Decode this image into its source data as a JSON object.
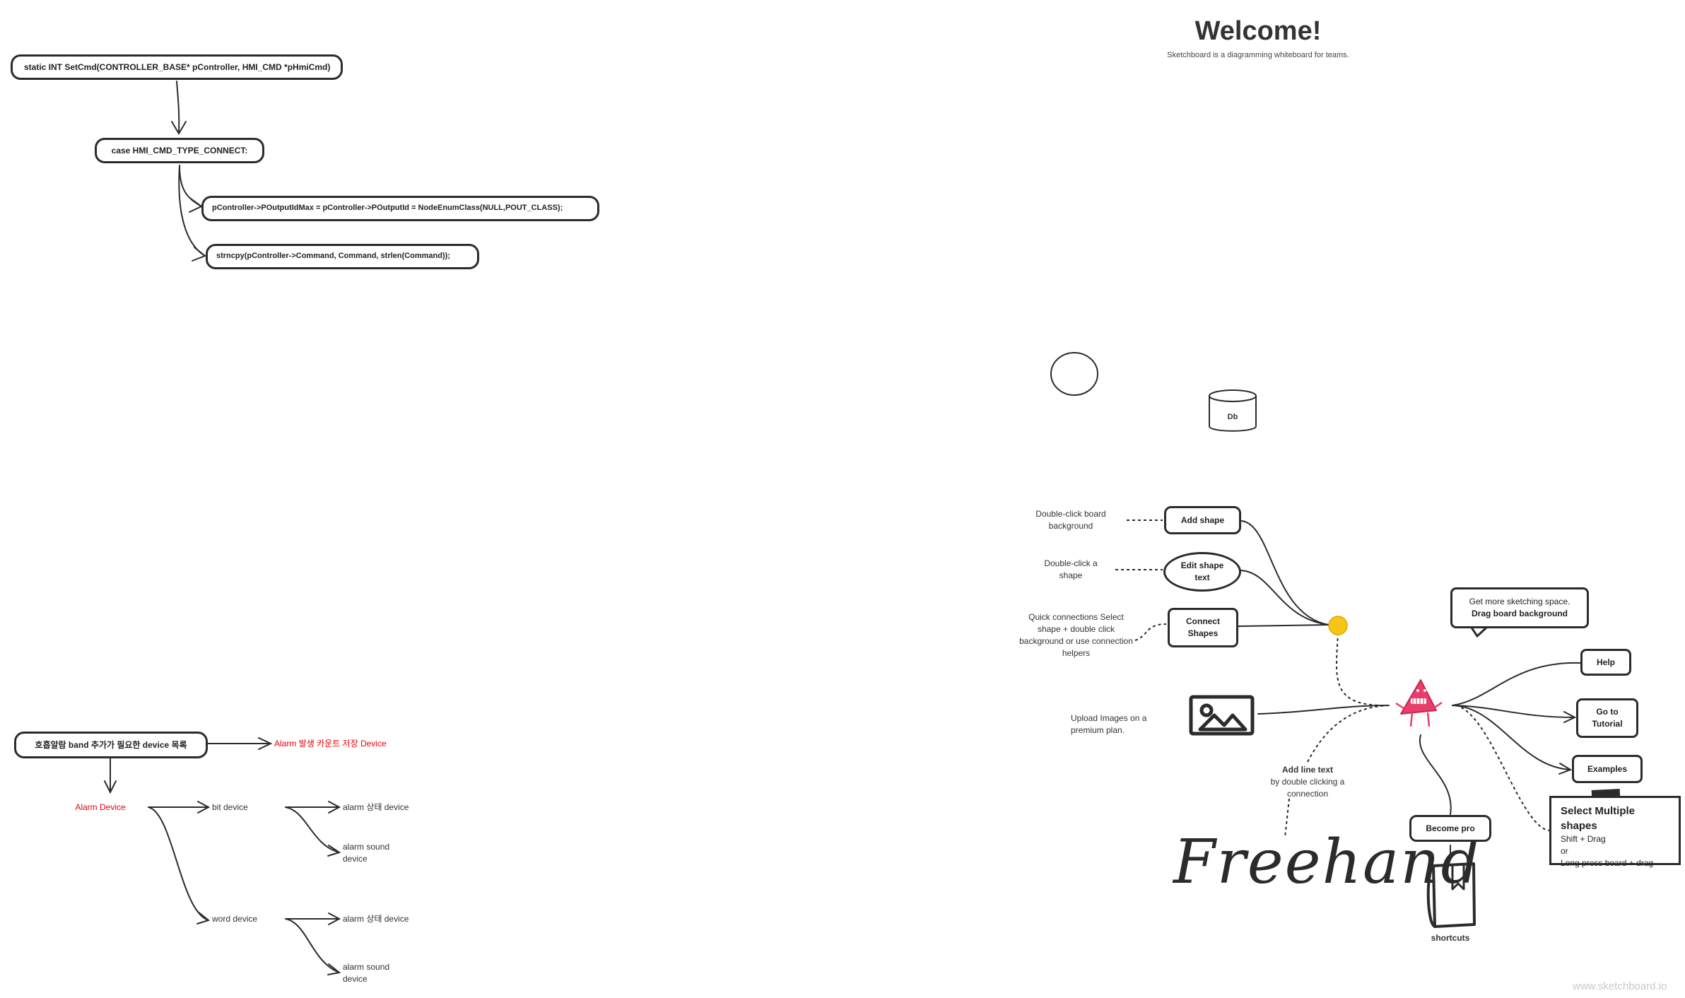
{
  "welcome": {
    "title": "Welcome!",
    "subtitle": "Sketchboard is a diagramming whiteboard for teams."
  },
  "code_flow": {
    "func": "static INT SetCmd(CONTROLLER_BASE* pController, HMI_CMD *pHmiCmd)",
    "case": "case HMI_CMD_TYPE_CONNECT:",
    "line1": "pController->POutputIdMax = pController->POutputId = NodeEnumClass(NULL,POUT_CLASS);",
    "line2": "strncpy(pController->Command, Command, strlen(Command));"
  },
  "device_tree": {
    "root": "호흡알람 band 추가가 필요한 device 목록",
    "side_note": "Alarm 발생 카운트 저장 Device",
    "alarm_device": "Alarm Device",
    "bit_device": "bit device",
    "word_device": "word device",
    "bit_state": "alarm 상태 device",
    "bit_sound": "alarm sound device",
    "word_state": "alarm 상태 device",
    "word_sound": "alarm sound device"
  },
  "shapes": {
    "db_label": "Db"
  },
  "tutorial": {
    "add_shape": "Add shape",
    "add_shape_hint": "Double-click board background",
    "edit_shape": "Edit shape text",
    "edit_shape_hint": "Double-click a shape",
    "connect": "Connect Shapes",
    "connect_hint": "Quick connections Select shape + double click background or use connection helpers",
    "upload_hint": "Upload Images on a premium plan.",
    "line_text_title": "Add line text",
    "line_text_hint": "by double clicking a connection",
    "freehand": "Freehand",
    "become_pro": "Become pro",
    "shortcuts": "shortcuts",
    "help": "Help",
    "tutorial_btn": "Go to Tutorial",
    "examples": "Examples",
    "sketch_space": "Get more sketching space.",
    "drag_bg": "Drag board background",
    "multi_title": "Select Multiple shapes",
    "multi_l1": "Shift + Drag",
    "multi_l2": "or",
    "multi_l3": "Long press board + drag"
  },
  "watermark": "www.sketchboard.io",
  "colors": {
    "accent_red": "#e8000b",
    "mascot_pink": "#e83e6c",
    "dot_yellow": "#f5c518"
  }
}
